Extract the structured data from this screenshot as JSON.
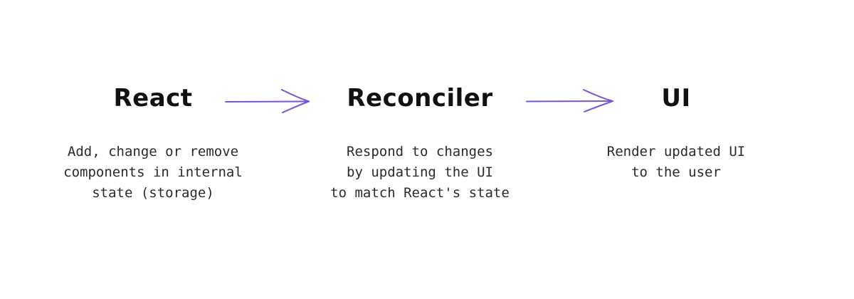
{
  "diagram": {
    "accent_color": "#7b55d9",
    "nodes": [
      {
        "title": "React",
        "description": [
          "Add, change or remove",
          "components in internal",
          "state (storage)"
        ]
      },
      {
        "title": "Reconciler",
        "description": [
          "Respond to changes",
          "by updating the UI",
          "to match React's state"
        ]
      },
      {
        "title": "UI",
        "description": [
          "Render updated UI",
          "to the user"
        ]
      }
    ],
    "edges": [
      {
        "from": "React",
        "to": "Reconciler"
      },
      {
        "from": "Reconciler",
        "to": "UI"
      }
    ]
  }
}
